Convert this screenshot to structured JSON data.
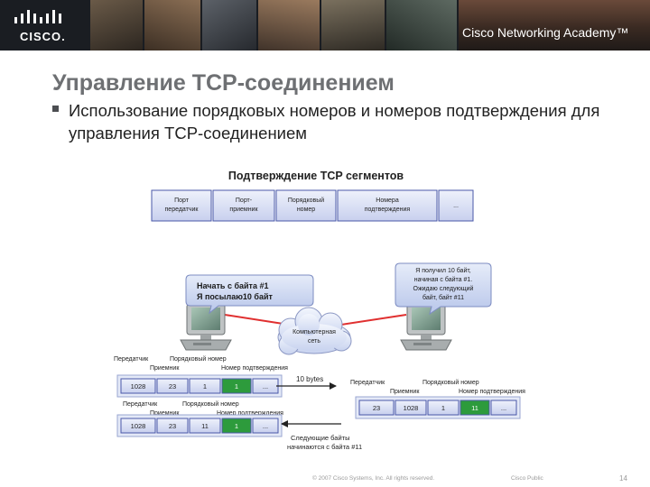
{
  "header": {
    "logo_text": "CISCO.",
    "academy": "Cisco Networking Academy™"
  },
  "title": "Управление TCP-соединением",
  "bullet": "Использование порядковых номеров и номеров подтверждения для управления TCP-соединением",
  "diagram": {
    "header_title": "Подтверждение TCP сегментов",
    "header_fields": [
      [
        "Порт",
        "передатчик"
      ],
      [
        "Порт-",
        "приемник"
      ],
      [
        "Порядковый",
        "номер"
      ],
      [
        "Номера",
        "подтверждения"
      ],
      [
        "..."
      ]
    ],
    "bubble_left": [
      "Начать с байта #1",
      "Я посылаю10 байт"
    ],
    "bubble_right": [
      "Я получил 10 байт,",
      "начиная с байта #1.",
      "Ожидаю следующий",
      "байт, байт #11"
    ],
    "cloud": [
      "Компьютерная",
      "сеть"
    ],
    "seg1": {
      "label_sender": "Передатчик",
      "label_seq": "Порядковый номер",
      "label_receiver": "Приемник",
      "label_ack": "Номер подтверждения",
      "values": [
        "1028",
        "23",
        "1",
        "1",
        "..."
      ]
    },
    "seg2": {
      "label_sender": "Передатчик",
      "label_seq": "Порядковый номер",
      "label_receiver": "Приемник",
      "label_ack": "Номер подтверждения",
      "values": [
        "1028",
        "23",
        "11",
        "1",
        "..."
      ]
    },
    "seg3": {
      "label_sender": "Передатчик",
      "label_seq": "Порядковый номер",
      "label_receiver": "Приемник",
      "label_ack": "Номер подтверждения",
      "values": [
        "23",
        "1028",
        "1",
        "11",
        "..."
      ]
    },
    "arrow_top_label": "10 bytes",
    "arrow_bottom_label": [
      "Следующие байты",
      "начинаются с байта #11"
    ]
  },
  "footer": {
    "copyright": "© 2007 Cisco Systems, Inc. All rights reserved.",
    "public": "Cisco Public",
    "page": "14"
  },
  "colors": {
    "banner": "#1a1d22",
    "title": "#6e7073",
    "field_fill": "#d5daf0",
    "field_border": "#4a58a8",
    "bubble_fill": "#c9d4ee",
    "highlight": "#2d9b3c",
    "link": "#e03030"
  }
}
